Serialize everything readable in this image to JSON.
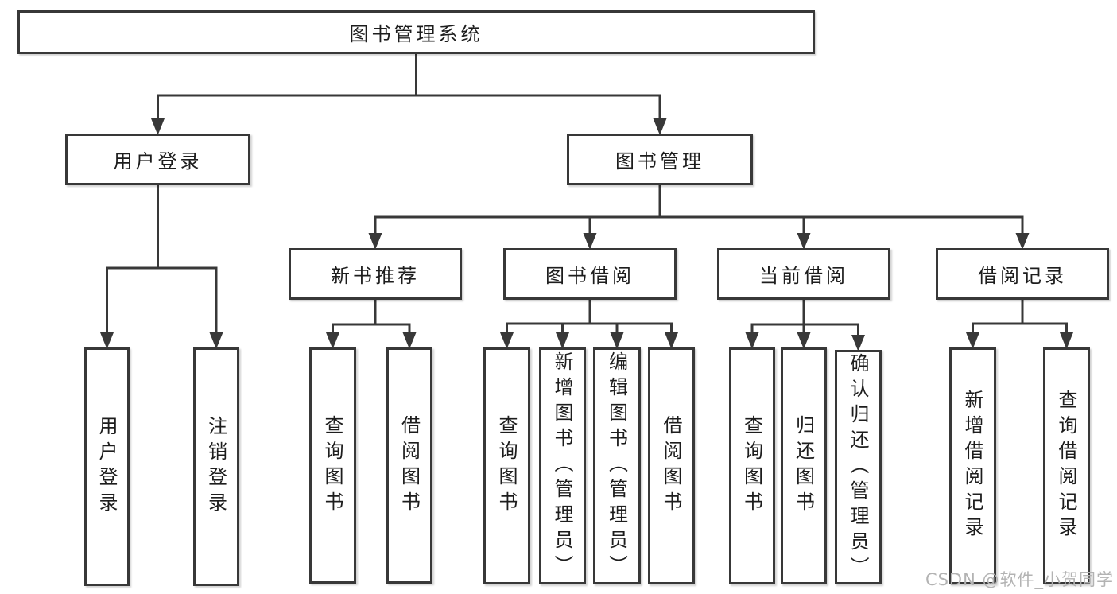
{
  "watermark": "CSDN @软件_小贺同学",
  "colors": {
    "line": "#383838",
    "text": "#1d1d1d",
    "box_bg": "#ffffff",
    "watermark": "#b3b3b3"
  },
  "tree": {
    "id": "root",
    "label": "图书管理系统",
    "children": [
      {
        "id": "user-login-branch",
        "label": "用户登录",
        "children": [
          {
            "id": "user-login",
            "label": "用户登录"
          },
          {
            "id": "logout",
            "label": "注销登录"
          }
        ]
      },
      {
        "id": "book-mgmt",
        "label": "图书管理",
        "children": [
          {
            "id": "new-book-rec",
            "label": "新书推荐",
            "children": [
              {
                "id": "nbr-query-books",
                "label": "查询图书"
              },
              {
                "id": "nbr-borrow-books",
                "label": "借阅图书"
              }
            ]
          },
          {
            "id": "book-borrow",
            "label": "图书借阅",
            "children": [
              {
                "id": "bb-query-books",
                "label": "查询图书"
              },
              {
                "id": "bb-add-books",
                "label": "新增图书（管理员）"
              },
              {
                "id": "bb-edit-books",
                "label": "编辑图书（管理员）"
              },
              {
                "id": "bb-borrow-books",
                "label": "借阅图书"
              }
            ]
          },
          {
            "id": "current-borrow",
            "label": "当前借阅",
            "children": [
              {
                "id": "cb-query-books",
                "label": "查询图书"
              },
              {
                "id": "cb-return-books",
                "label": "归还图书"
              },
              {
                "id": "cb-confirm-return",
                "label": "确认归还（管理员）"
              }
            ]
          },
          {
            "id": "borrow-records",
            "label": "借阅记录",
            "children": [
              {
                "id": "br-add-record",
                "label": "新增借阅记录"
              },
              {
                "id": "br-query-record",
                "label": "查询借阅记录"
              }
            ]
          }
        ]
      }
    ]
  }
}
